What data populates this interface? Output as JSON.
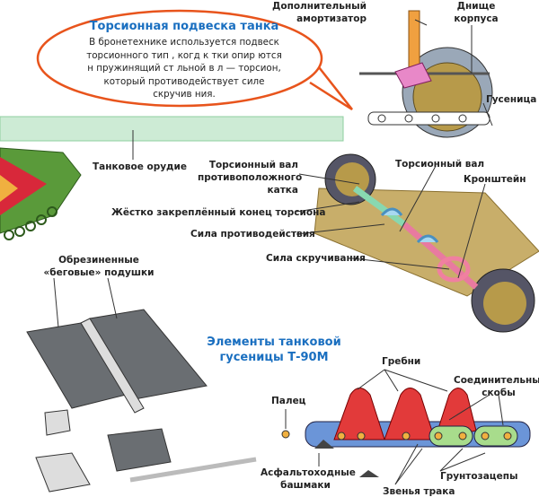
{
  "bubble": {
    "title": "Торсионная подвеска танка",
    "lines": [
      "В бронетехнике используется подвеск",
      "торсионного тип , когд  к тки опир ются",
      "н  пружинящий ст льной в л — торсион,",
      "который противодействует силе",
      "скручив ния."
    ]
  },
  "labels": {
    "damper": [
      "Дополнительный",
      "амортизатор"
    ],
    "hull_bottom": [
      "Днище",
      "корпуса"
    ],
    "track": "Гусеница",
    "gun": "Танковое орудие",
    "opposite_torsion": [
      "Торсионный вал",
      "противоположного",
      "катка"
    ],
    "torsion_shaft": "Торсионный вал",
    "bracket": "Кронштейн",
    "fixed_end": "Жёстко закреплённый конец торсиона",
    "counter_force": "Сила противодействия",
    "twist_force": "Сила скручивания",
    "pads": [
      "Обрезиненные",
      "«беговые» подушки"
    ],
    "section_title": [
      "Элементы танковой",
      "гусеницы Т-90М"
    ],
    "guide_horns": "Гребни",
    "connectors": [
      "Соединительные",
      "скобы"
    ],
    "pin": "Палец",
    "asphalt_shoes": [
      "Асфальтоходные",
      "башмаки"
    ],
    "track_links": "Звенья трака",
    "grousers": "Грунтозацепы"
  },
  "colors": {
    "accent_blue": "#1a6fc0",
    "bubble_outline": "#e8541c",
    "gun_green": "#cdebd5",
    "horn_red": "#e23a3a",
    "link_blue": "#6b95d8",
    "connector_green": "#a8dc8c",
    "torsion_pink": "#e87aa0"
  }
}
